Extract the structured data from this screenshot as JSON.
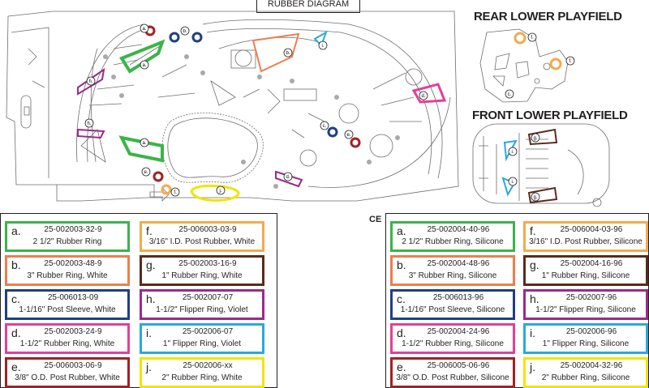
{
  "title": "RUBBER DIAGRAM",
  "headings": {
    "rear": "REAR LOWER PLAYFIELD",
    "front": "FRONT LOWER PLAYFIELD"
  },
  "ce_label": "CE",
  "colors": {
    "a": "#3bb44a",
    "b": "#ef7d4e",
    "c": "#1f3f85",
    "d": "#e53f95",
    "e": "#a32124",
    "f": "#f5a94e",
    "g": "#5b2a1a",
    "h": "#9b2a8a",
    "i": "#2aa8dd",
    "j": "#f2e400"
  },
  "callouts": [
    "a.",
    "b.",
    "c.",
    "d.",
    "e.",
    "f.",
    "g.",
    "h.",
    "i.",
    "j."
  ],
  "standard_parts": [
    {
      "letter": "a.",
      "part": "25-002003-32-9",
      "desc": "2 1/2\" Rubber Ring"
    },
    {
      "letter": "b.",
      "part": "25-002003-48-9",
      "desc": "3\" Rubber Ring, White"
    },
    {
      "letter": "c.",
      "part": "25-006013-09",
      "desc": "1-1/16\" Post Sleeve, White"
    },
    {
      "letter": "d.",
      "part": "25-002003-24-9",
      "desc": "1-1/2\" Rubber Ring, White"
    },
    {
      "letter": "e.",
      "part": "25-006003-06-9",
      "desc": "3/8\" O.D. Post Rubber, White"
    },
    {
      "letter": "f.",
      "part": "25-006003-03-9",
      "desc": "3/16\" I.D. Post Rubber, White"
    },
    {
      "letter": "g.",
      "part": "25-002003-16-9",
      "desc": "1\" Rubber Ring, White"
    },
    {
      "letter": "h.",
      "part": "25-002007-07",
      "desc": "1-1/2\" Flipper Ring, Violet"
    },
    {
      "letter": "i.",
      "part": "25-002006-07",
      "desc": "1\" Flipper Ring, Violet"
    },
    {
      "letter": "j.",
      "part": "25-002006-xx",
      "desc": "2\" Rubber Ring, White"
    }
  ],
  "ce_parts": [
    {
      "letter": "a.",
      "part": "25-002004-40-96",
      "desc": "2 1/2\" Rubber Ring, Silicone"
    },
    {
      "letter": "b.",
      "part": "25-002004-48-96",
      "desc": "3\" Rubber Ring, Silicone"
    },
    {
      "letter": "c.",
      "part": "25-006013-96",
      "desc": "1-1/16\" Post Sleeve, Silicone"
    },
    {
      "letter": "d.",
      "part": "25-002004-24-96",
      "desc": "1-1/2\" Rubber Ring, Silicone"
    },
    {
      "letter": "e.",
      "part": "25-006005-06-96",
      "desc": "3/8\" O.D. Post Rubber, Silicone"
    },
    {
      "letter": "f.",
      "part": "25-006004-03-96",
      "desc": "3/16\" I.D. Post Rubber, Silicone"
    },
    {
      "letter": "g.",
      "part": "25-002004-16-96",
      "desc": "1\" Rubber Ring, Silicone"
    },
    {
      "letter": "h.",
      "part": "25-002007-96",
      "desc": "1-1/2\" Flipper Ring, Silicone"
    },
    {
      "letter": "i.",
      "part": "25-002006-96",
      "desc": "1\" Flipper Ring, Silicone"
    },
    {
      "letter": "j.",
      "part": "25-002004-32-96",
      "desc": "2\" Rubber Ring, Silicone"
    }
  ]
}
